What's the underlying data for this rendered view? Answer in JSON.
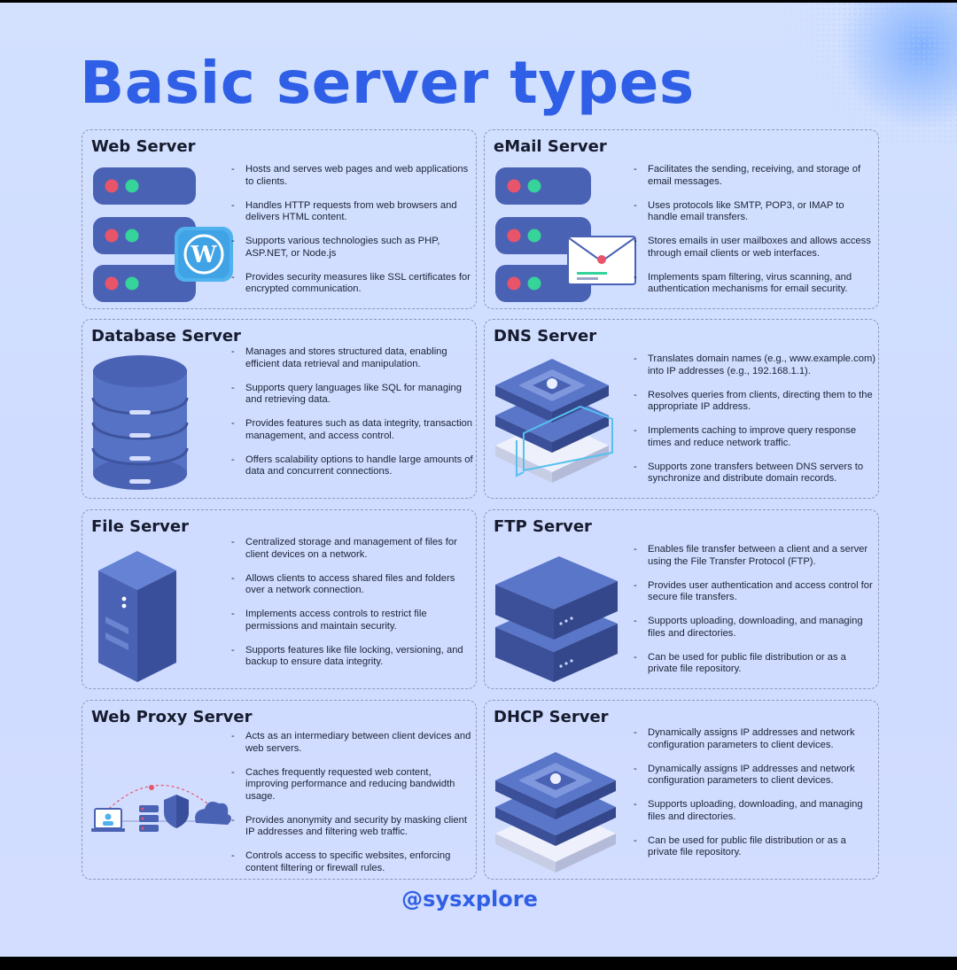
{
  "title": "Basic server types",
  "handle": "@sysxplore",
  "colors": {
    "accent": "#2f5fe6",
    "server_dark": "#3f58a8",
    "server_mid": "#5574c6",
    "led_red": "#e8546a",
    "led_green": "#36d39a"
  },
  "cards": [
    {
      "title": "Web Server",
      "icon": "server-rack-wordpress-icon",
      "bullets": [
        "Hosts and serves web pages and web applications to clients.",
        "Handles HTTP requests from web browsers and delivers HTML content.",
        "Supports various technologies such as PHP, ASP.NET, or Node.js",
        "Provides security measures like SSL certificates for encrypted communication."
      ]
    },
    {
      "title": "eMail Server",
      "icon": "server-rack-envelope-icon",
      "bullets": [
        "Facilitates the sending, receiving, and storage of email messages.",
        "Uses protocols like SMTP, POP3, or IMAP to handle email transfers.",
        "Stores emails in user mailboxes and allows access through email clients or web interfaces.",
        "Implements spam filtering, virus scanning, and authentication mechanisms for email security."
      ]
    },
    {
      "title": "Database Server",
      "icon": "database-cylinder-icon",
      "bullets": [
        "Manages and stores structured data, enabling efficient data retrieval and manipulation.",
        "Supports query languages like SQL for managing and retrieving data.",
        "Provides features such as data integrity, transaction management, and access control.",
        "Offers scalability options to handle large amounts of data and concurrent connections."
      ]
    },
    {
      "title": "DNS Server",
      "icon": "isometric-server-stack-cloud-icon",
      "bullets": [
        "Translates domain names (e.g., www.example.com) into IP addresses (e.g., 192.168.1.1).",
        "Resolves queries from clients, directing them to the appropriate IP address.",
        "Implements caching to improve query response times and reduce network traffic.",
        "Supports zone transfers between DNS servers to synchronize and distribute domain records."
      ]
    },
    {
      "title": "File Server",
      "icon": "tower-server-icon",
      "bullets": [
        "Centralized storage and management of files for client devices on a network.",
        "Allows clients to access shared files and folders over a network connection.",
        "Implements access controls to restrict file permissions and maintain security.",
        "Supports features like file locking, versioning, and backup to ensure data integrity."
      ]
    },
    {
      "title": "FTP Server",
      "icon": "isometric-server-pair-icon",
      "bullets": [
        "Enables file transfer between a client and a server using the File Transfer Protocol (FTP).",
        "Provides user authentication and access control for secure file transfers.",
        "Supports uploading, downloading, and managing files and directories.",
        "Can be used for public file distribution or as a private file repository."
      ]
    },
    {
      "title": "Web Proxy Server",
      "icon": "proxy-network-diagram-icon",
      "bullets": [
        "Acts as an intermediary between client devices and web servers.",
        "Caches frequently requested web content, improving performance and reducing bandwidth usage.",
        "Provides anonymity and security by masking client IP addresses and filtering web traffic.",
        "Controls access to specific websites, enforcing content filtering or firewall rules."
      ]
    },
    {
      "title": "DHCP Server",
      "icon": "isometric-server-stack-cloud-icon",
      "bullets": [
        "Dynamically assigns IP addresses and network configuration parameters to client devices.",
        "Dynamically assigns IP addresses and network configuration parameters to client devices.",
        "Supports uploading, downloading, and managing files and directories.",
        "Can be used for public file distribution or as a private file repository."
      ]
    }
  ]
}
